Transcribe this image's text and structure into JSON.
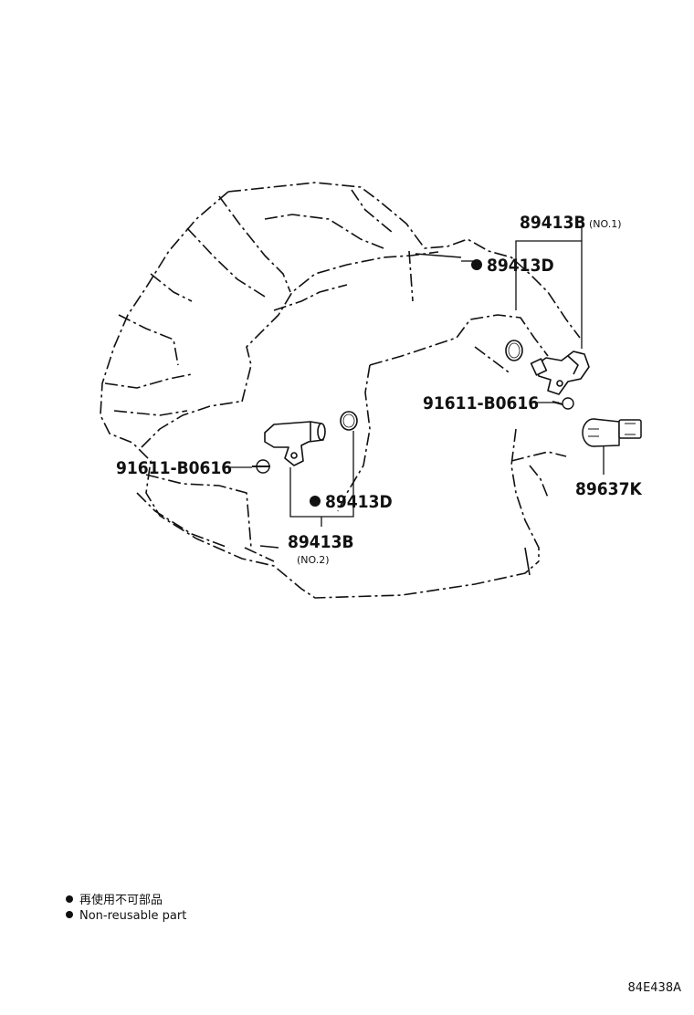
{
  "callouts": {
    "no1_sensor_part": "89413B",
    "no1_sensor_note": "(NO.1)",
    "no1_oring_part": "89413D",
    "no1_bolt_part": "91611-B0616",
    "switch_part": "89637K",
    "no2_bolt_part": "91611-B0616",
    "no2_oring_part": "89413D",
    "no2_sensor_part": "89413B",
    "no2_sensor_note": "(NO.2)"
  },
  "legend": {
    "line_ja": "再使用不可部品",
    "line_en": "Non-reusable part"
  },
  "figure_code": "84E438A",
  "colors": {
    "ink": "#111111",
    "background": "#ffffff"
  }
}
